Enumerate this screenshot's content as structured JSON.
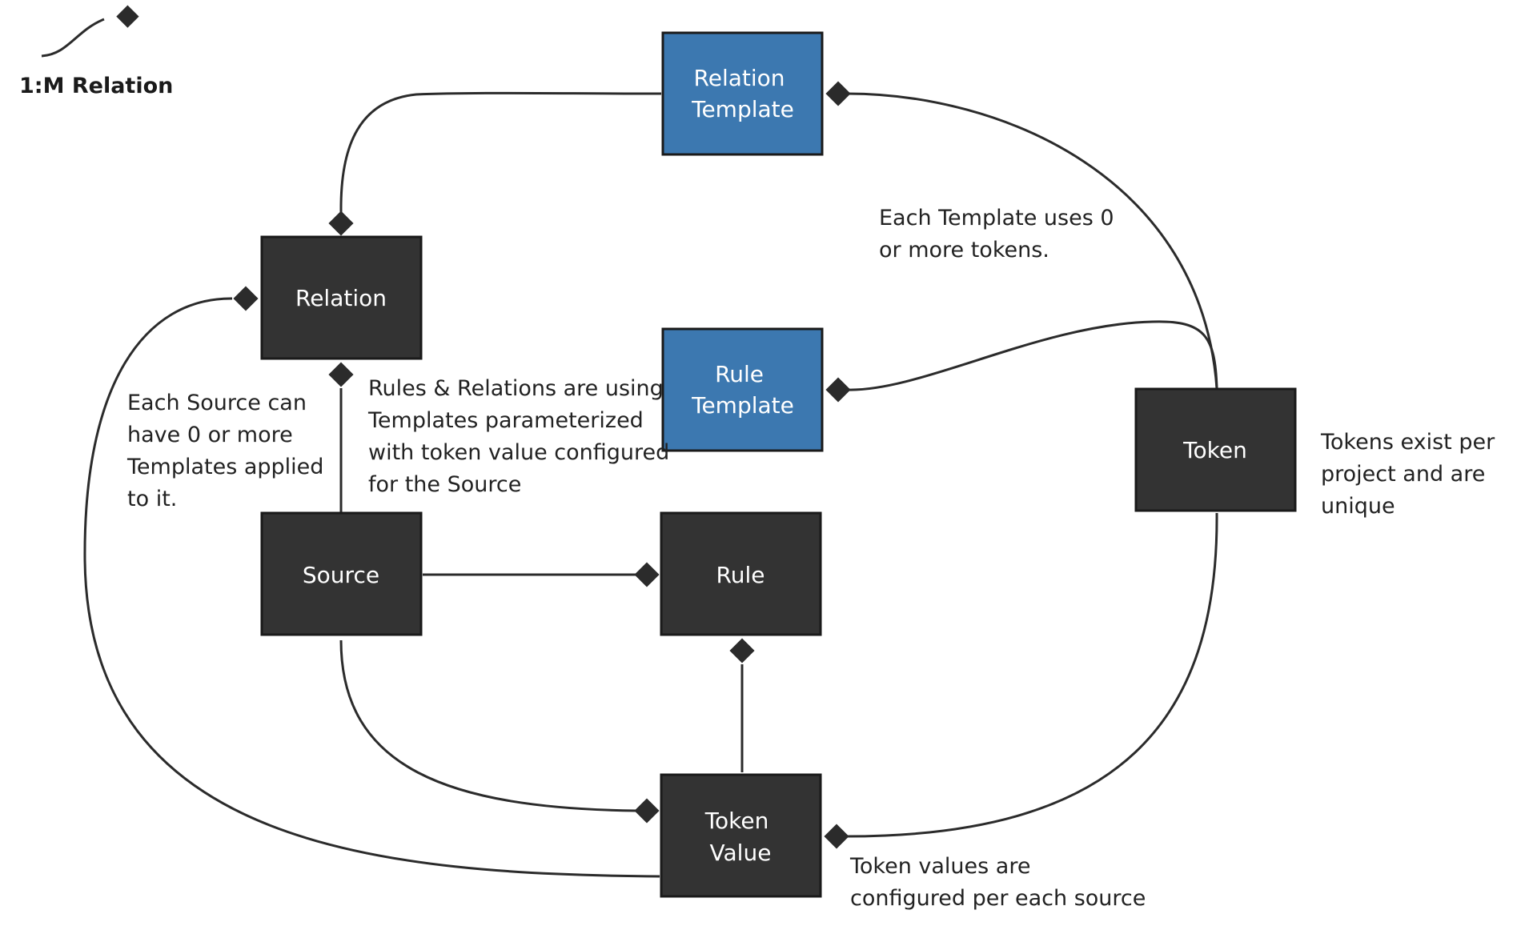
{
  "colors": {
    "dark_node": "#333333",
    "blue_node": "#3c78b0",
    "border": "#1a1a1a",
    "line": "#2b2b2b",
    "text_dark": "#222222"
  },
  "legend": {
    "label": "1:M Relation",
    "icon": "one-to-many-connector-icon"
  },
  "nodes": {
    "relation_template": {
      "lines": [
        "Relation",
        "Template"
      ]
    },
    "relation": {
      "lines": [
        "Relation"
      ]
    },
    "rule_template": {
      "lines": [
        "Rule",
        "Template"
      ]
    },
    "token": {
      "lines": [
        "Token"
      ]
    },
    "source": {
      "lines": [
        "Source"
      ]
    },
    "rule": {
      "lines": [
        "Rule"
      ]
    },
    "token_value": {
      "lines": [
        "Token",
        "Value"
      ]
    }
  },
  "notes": {
    "template_tokens": [
      "Each Template uses 0",
      "or more tokens."
    ],
    "source_templates": [
      "Each Source can",
      "have 0 or more",
      "Templates applied",
      "to it."
    ],
    "rules_relations": [
      "Rules & Relations are using",
      "Templates parameterized",
      "with token value configured",
      "for the Source"
    ],
    "tokens_exist": [
      "Tokens exist per",
      "project and are",
      "unique"
    ],
    "token_values": [
      "Token values are",
      "configured per each source"
    ]
  }
}
